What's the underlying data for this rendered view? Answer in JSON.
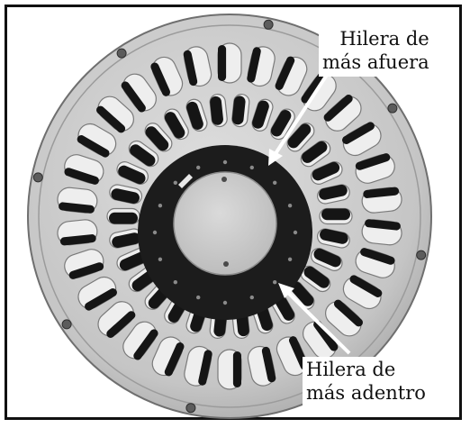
{
  "callouts": {
    "outer_row": {
      "line1": "Hilera de",
      "line2": "más afuera"
    },
    "inner_row": {
      "line1": "Hilera de",
      "line2": "más adentro"
    }
  },
  "colors": {
    "frame": "#111111",
    "housing": "#c9c9c9",
    "slot_shadow": "#151515",
    "black_ring": "#1c1c1c",
    "hub": "#cdcdcd",
    "arrow": "#ffffff"
  },
  "counts": {
    "outer_slots": 30,
    "inner_slots": 30,
    "rim_screws": 8
  }
}
